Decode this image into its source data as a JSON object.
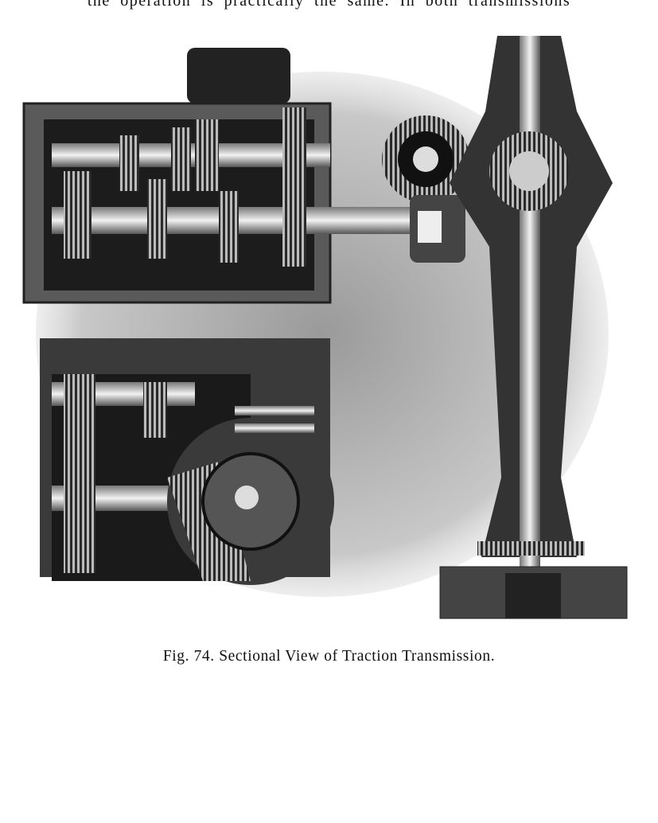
{
  "page": {
    "top_text_fragment": "the operation is practically the same. In both transmissions",
    "figure": {
      "caption": "Fig. 74. Sectional View of Traction Transmission.",
      "image_description_icon": "gear-transmission-illustration"
    }
  }
}
